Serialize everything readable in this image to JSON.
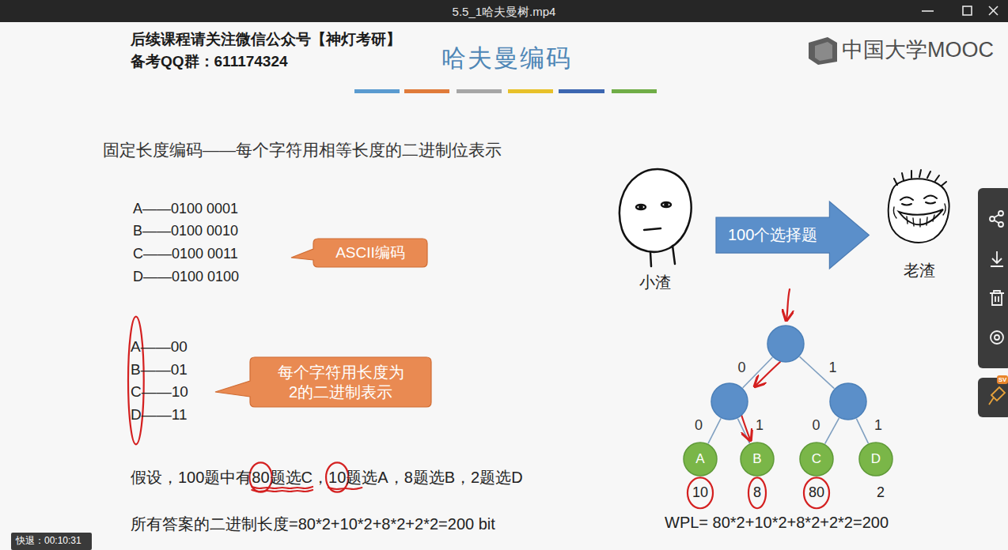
{
  "diagram": {
    "title": "哈夫曼编码",
    "nodes": [
      {
        "text": [
          "ASCII编码"
        ]
      },
      {
        "text": [
          "每个字符用长度为2的二进制表示"
        ]
      },
      {
        "text": [
          "100个选择题"
        ]
      },
      {
        "text": []
      },
      {
        "text": []
      },
      {
        "text": []
      },
      {
        "text": [
          "A"
        ]
      },
      {
        "text": [
          "B"
        ]
      },
      {
        "text": [
          "C"
        ]
      },
      {
        "text": [
          "D"
        ]
      }
    ],
    "edges": [
      {
        "from": 3,
        "to": 4,
        "arrow": "none",
        "label": "0"
      },
      {
        "from": 3,
        "to": 5,
        "arrow": "none",
        "label": "1"
      },
      {
        "from": 4,
        "to": 6,
        "arrow": "none",
        "label": "0"
      },
      {
        "from": 4,
        "to": 7,
        "arrow": "none",
        "label": "1"
      },
      {
        "from": 5,
        "to": 8,
        "arrow": "none",
        "label": "0"
      },
      {
        "from": 5,
        "to": 9,
        "arrow": "none",
        "label": "1"
      }
    ],
    "labels": [
      "5.5_1哈夫曼树.mp4",
      "后续课程请关注微信公众号【神灯考研】",
      "备考QQ群：611174324",
      "中国大学MOOC",
      "固定长度编码——每个字符用相等长度的二进制位表示",
      "A——0100 0001",
      "B——0100 0010",
      "C——0100 0011",
      "D——0100 0100",
      "A——00",
      "B——01",
      "C——10",
      "D——11",
      "假设，100题中有80题选C，10题选A，8题选B，2题选D",
      "所有答案的二进制长度=80*2+10*2+8*2+2*2=200 bit",
      "小渣",
      "老渣",
      "10",
      "8",
      "80",
      "2",
      "WPL= 80*2+10*2+8*2+2*2=200",
      "快退：00:10:31",
      "SV"
    ]
  }
}
